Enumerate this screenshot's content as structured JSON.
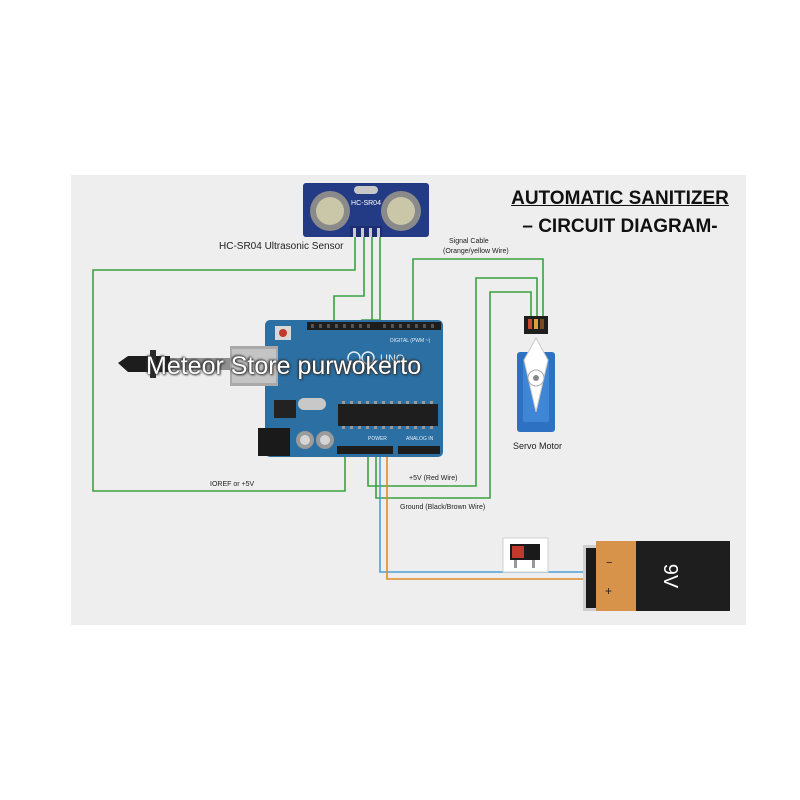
{
  "title": {
    "line1": "AUTOMATIC SANITIZER",
    "line2": "– CIRCUIT DIAGRAM-"
  },
  "components": {
    "sensor_label": "HC-SR04 Ultrasonic Sensor",
    "sensor_chip_text": "HC-SR04",
    "servo_label": "Servo Motor",
    "battery_text": "9V",
    "battery_minus": "−",
    "battery_plus": "+",
    "board_digital": "DIGITAL (PWM ~)",
    "board_power": "POWER",
    "board_analog": "ANALOG IN",
    "board_uno": "UNO"
  },
  "wire_labels": {
    "signal_line1": "Signal Cable",
    "signal_line2": "(Orange/yellow Wire)",
    "ioref": "IOREF or +5V",
    "plus5v": "+5V (Red Wire)",
    "ground": "Ground (Black/Brown Wire)"
  },
  "watermark": "Meteor Store purwokerto",
  "colors": {
    "background_panel": "#eeeeee",
    "board": "#2b6fa3",
    "wire_green": "#3aa142",
    "wire_orange": "#e08a2a",
    "wire_blue": "#4a9fd8",
    "battery_copper": "#d8934b",
    "battery_black": "#1e1e1e"
  }
}
